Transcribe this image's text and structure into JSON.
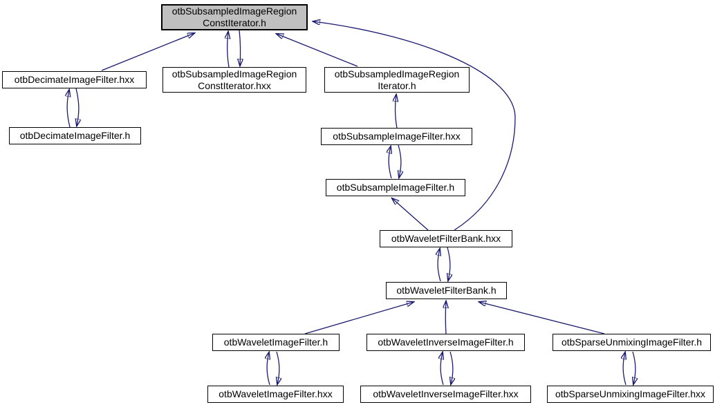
{
  "graph": {
    "edge_color": "#191970",
    "node_fill": "#ffffff",
    "highlight_fill": "#c0c0c0",
    "border_color": "#000000",
    "text_color": "#000000"
  },
  "nodes": [
    {
      "label": "otbSubsampledImageRegion\nConstIterator.h",
      "highlighted": true
    },
    {
      "label": "otbDecimateImageFilter.hxx",
      "highlighted": false
    },
    {
      "label": "otbSubsampledImageRegion\nConstIterator.hxx",
      "highlighted": false
    },
    {
      "label": "otbSubsampledImageRegion\nIterator.h",
      "highlighted": false
    },
    {
      "label": "otbDecimateImageFilter.h",
      "highlighted": false
    },
    {
      "label": "otbSubsampleImageFilter.hxx",
      "highlighted": false
    },
    {
      "label": "otbSubsampleImageFilter.h",
      "highlighted": false
    },
    {
      "label": "otbWaveletFilterBank.hxx",
      "highlighted": false
    },
    {
      "label": "otbWaveletFilterBank.h",
      "highlighted": false
    },
    {
      "label": "otbWaveletImageFilter.h",
      "highlighted": false
    },
    {
      "label": "otbWaveletInverseImageFilter.h",
      "highlighted": false
    },
    {
      "label": "otbSparseUnmixingImageFilter.h",
      "highlighted": false
    },
    {
      "label": "otbWaveletImageFilter.hxx",
      "highlighted": false
    },
    {
      "label": "otbWaveletInverseImageFilter.hxx",
      "highlighted": false
    },
    {
      "label": "otbSparseUnmixingImageFilter.hxx",
      "highlighted": false
    }
  ]
}
